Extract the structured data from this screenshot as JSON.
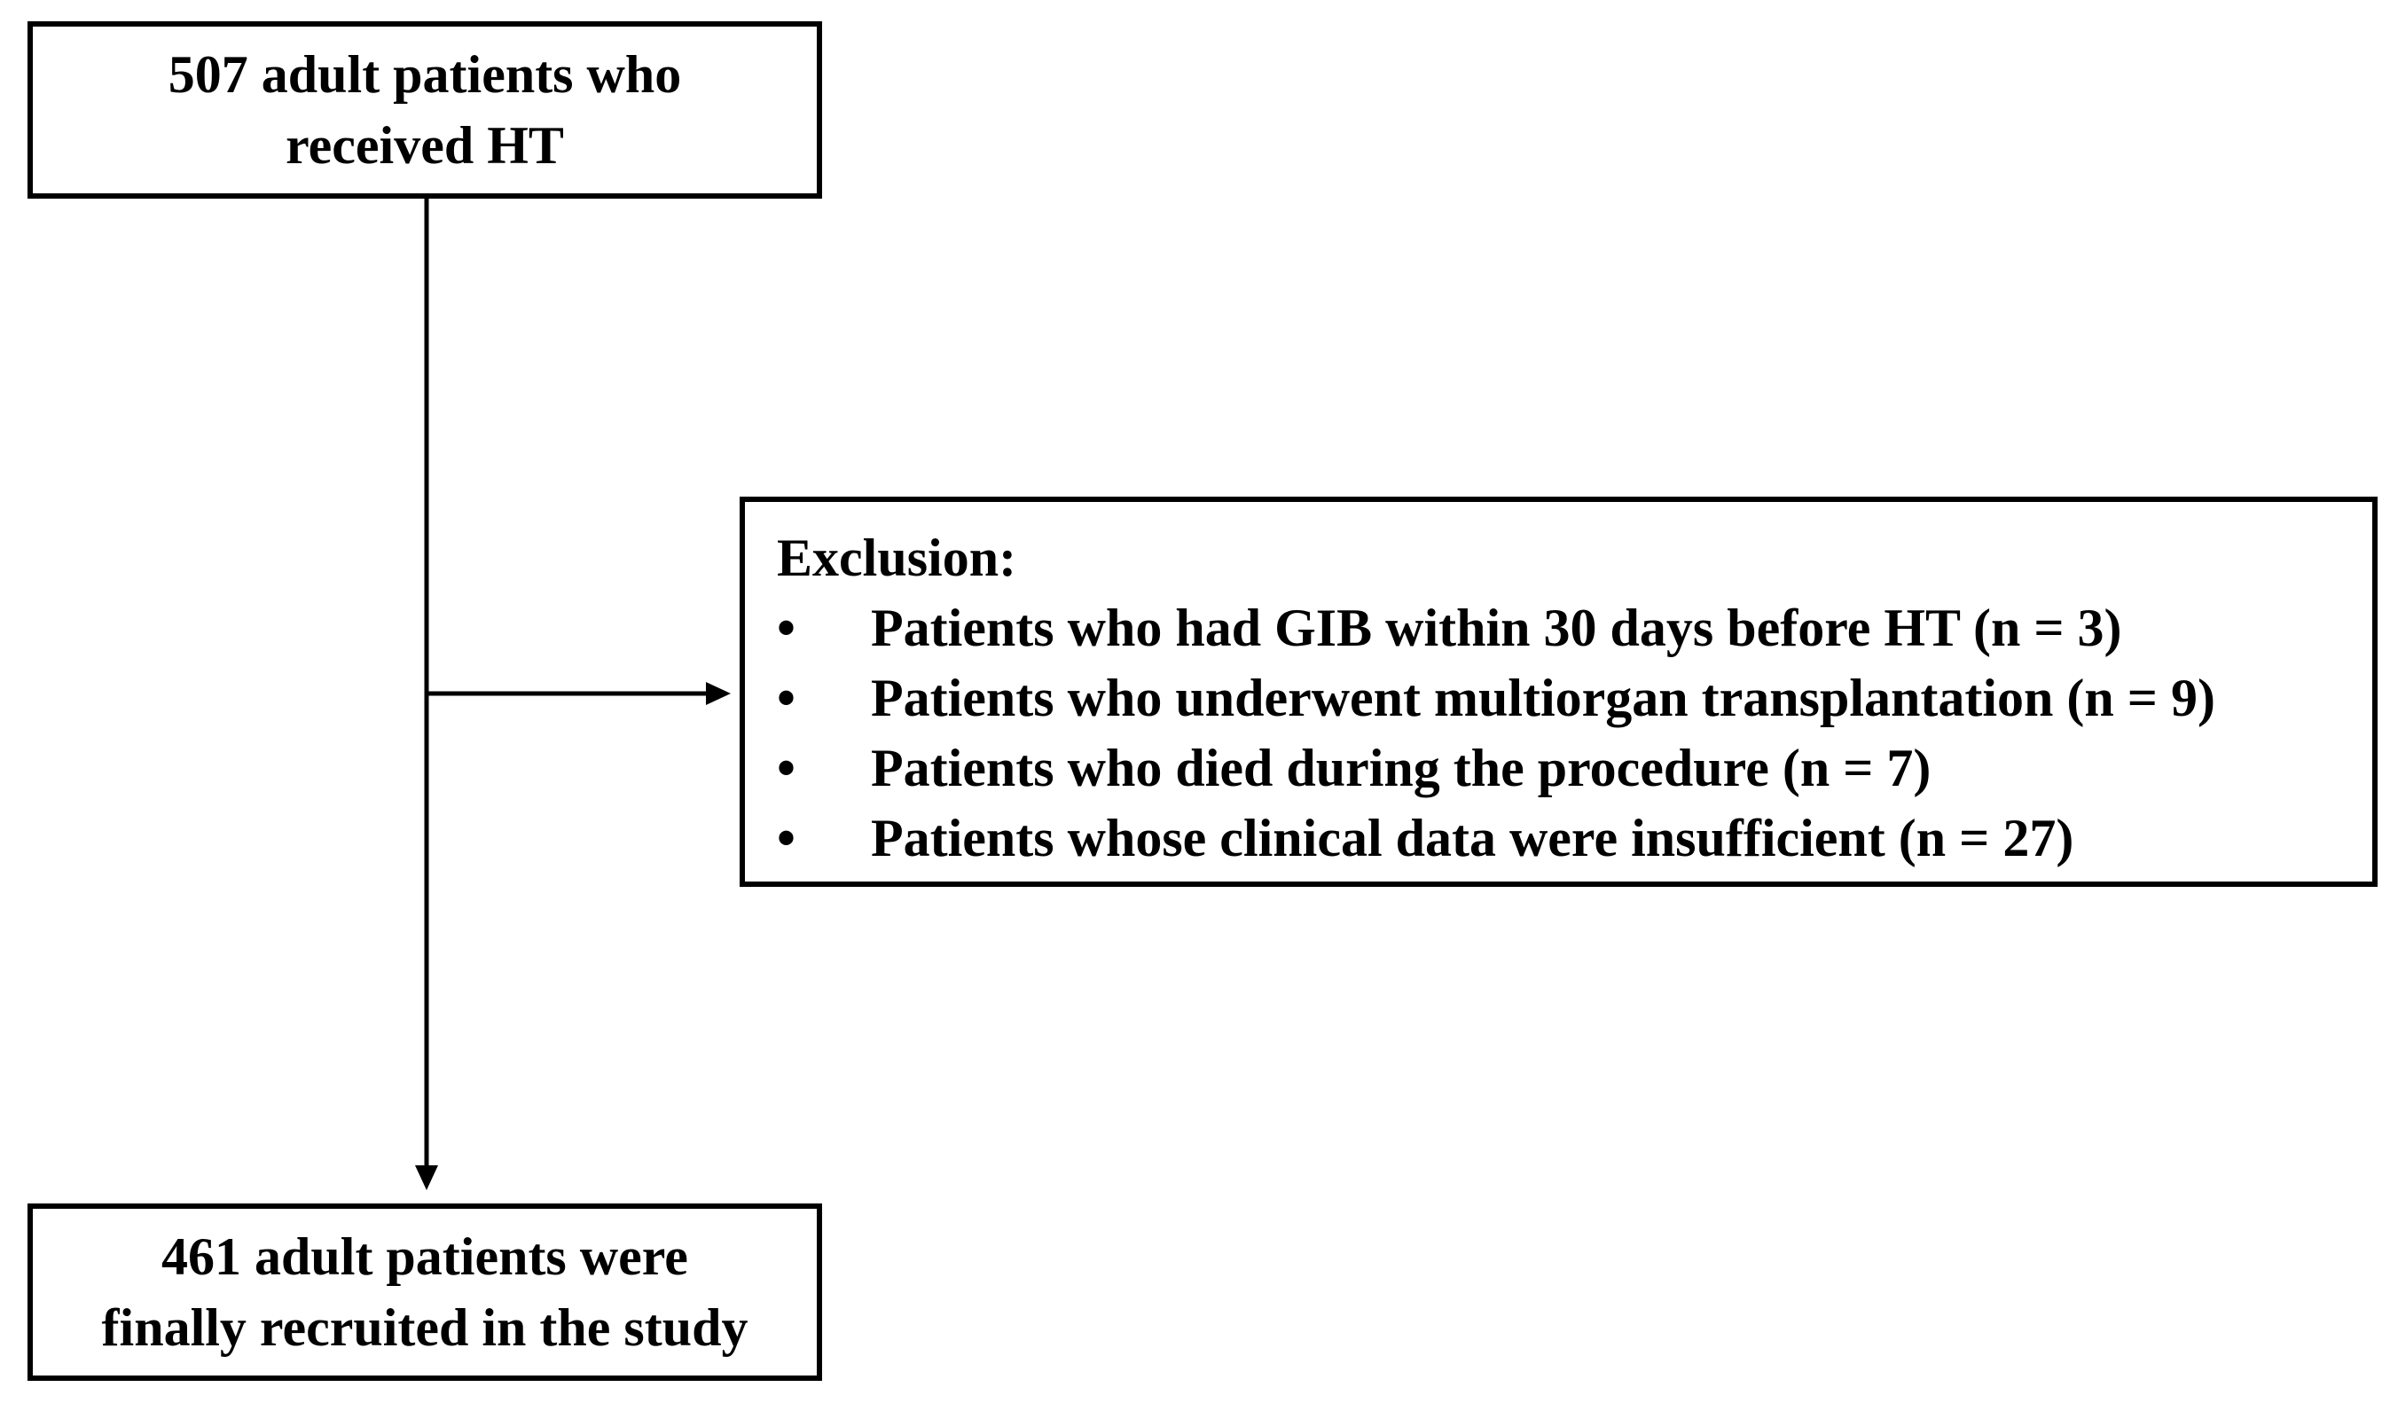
{
  "top_box": {
    "line1": "507 adult patients who",
    "line2": "received HT"
  },
  "exclusion_box": {
    "title": "Exclusion:",
    "bullet_glyph": "•",
    "items": [
      "Patients who had GIB within 30 days before HT (n =  3)",
      "Patients who underwent multiorgan transplantation (n =  9)",
      "Patients who died during the procedure (n = 7)",
      "Patients whose clinical data were insufficient (n = 27)"
    ]
  },
  "bottom_box": {
    "line1": "461 adult patients were",
    "line2": "finally recruited in the study"
  },
  "colors": {
    "stroke": "#000000",
    "background": "#ffffff"
  }
}
